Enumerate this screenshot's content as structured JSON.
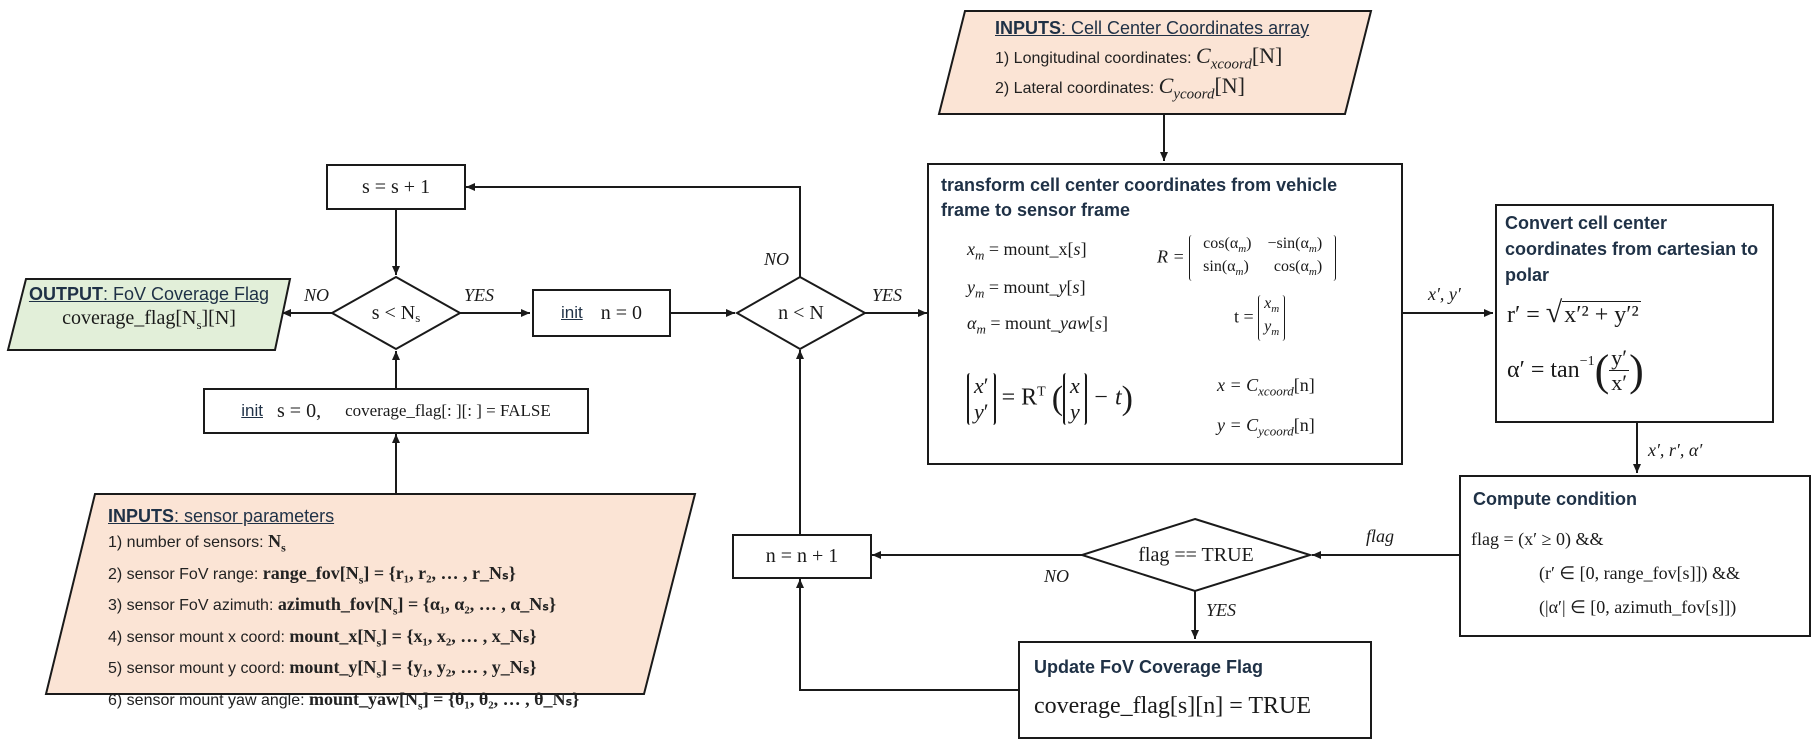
{
  "colors": {
    "inputs_fill": "#fbe4d5",
    "output_fill": "#e2efd9",
    "title_text": "#1f3146",
    "stroke": "#1a1a1a"
  },
  "inputs_cells": {
    "title_bold": "INPUTS",
    "title_rest": ": Cell Center Coordinates array",
    "line1_label": "1) Longitudinal coordinates: ",
    "line1_var": "C",
    "line1_sub": "xcoord",
    "line1_idx": "[N]",
    "line2_label": "2) Lateral coordinates: ",
    "line2_var": "C",
    "line2_sub": "ycoord",
    "line2_idx": "[N]"
  },
  "transform_box": {
    "title": "transform cell center coordinates from vehicle frame to sensor frame",
    "xm": "x",
    "xm_sub": "m",
    "xm_rhs": " = mount_x[",
    "ym_rhs": " = mount_",
    "am_rhs": " = mount_",
    "R_label": "R =",
    "R_cells": [
      "cos(α",
      "m",
      ")",
      "−sin(α",
      "m",
      ")",
      "sin(α",
      "m",
      ")",
      "cos(α",
      "m",
      ")"
    ],
    "t_label": "t =",
    "t_cells": [
      "x",
      "m",
      "y",
      "m"
    ],
    "main_eq_rhs": "= R",
    "main_eq_sup": "T",
    "minus_t": "− t",
    "x_assign": "x = C",
    "x_assign_sub": "xcoord",
    "x_assign_idx": "[n]",
    "y_assign": "y = C",
    "y_assign_sub": "ycoord",
    "y_assign_idx": "[n]"
  },
  "polar_box": {
    "title": "Convert cell center coordinates from cartesian to polar",
    "r_lhs": "r′ =",
    "r_radicand": "x′² + y′²",
    "a_lhs": "α′ = tan",
    "a_sup": "−1",
    "a_num": "y′",
    "a_den": "x′"
  },
  "condition_box": {
    "title": "Compute condition",
    "line1": "flag = (x′ ≥ 0) &&",
    "line2": "(r′ ∈ [0,   range_fov[s]]) &&",
    "line3": "(|α′| ∈ [0,   azimuth_fov[s]])"
  },
  "update_box": {
    "title": "Update FoV Coverage  Flag",
    "eq": "coverage_flag[s][n] = TRUE"
  },
  "output_box": {
    "title_bold": "OUTPUT",
    "title_rest": ": FoV Coverage Flag",
    "eq": "coverage_flag[N",
    "eq_sub": "s",
    "eq_end": "][N]"
  },
  "sensor_inputs": {
    "title_bold": "INPUTS",
    "title_rest": ": sensor parameters",
    "lines": [
      {
        "label": "1) number of sensors: ",
        "expr": "N",
        "sub": "s",
        "rhs": ""
      },
      {
        "label": "2) sensor FoV range: ",
        "expr": "range_fov[N",
        "sub": "s",
        "rhs": "] = {r₁, r₂, … , r_Nₛ}"
      },
      {
        "label": "3) sensor FoV azimuth: ",
        "expr": "azimuth_fov[N",
        "sub": "s",
        "rhs": "] = {α₁, α₂, … , α_Nₛ}"
      },
      {
        "label": "4) sensor mount x coord: ",
        "expr": "mount_x[N",
        "sub": "s",
        "rhs": "] = {x₁, x₂, … , x_Nₛ}"
      },
      {
        "label": "5) sensor mount y coord: ",
        "expr": "mount_y[N",
        "sub": "s",
        "rhs": "] = {y₁, y₂, … , y_Nₛ}"
      },
      {
        "label": "6) sensor mount yaw angle: ",
        "expr": "mount_yaw[N",
        "sub": "s",
        "rhs": "] = {θ₁, θ₂, … , θ_Nₛ}"
      }
    ]
  },
  "nodes": {
    "s_inc": "s = s + 1",
    "s_cond": "s < N",
    "s_cond_sub": "s",
    "init_n_kw": "init",
    "init_n_eq": "n = 0",
    "n_cond": "n < N",
    "init_s_kw": "init",
    "init_s_eq": "s = 0,",
    "init_s_flag": "coverage_flag[: ][: ] = FALSE",
    "n_inc": "n = n + 1",
    "flag_cond": "flag == TRUE"
  },
  "edge_labels": {
    "no_left": "NO",
    "yes_s": "YES",
    "no_top": "NO",
    "yes_n": "YES",
    "xy_out": "x′, y′",
    "xra_out": "x′, r′, α′",
    "flag_in": "flag",
    "no_flag": "NO",
    "yes_flag": "YES"
  }
}
